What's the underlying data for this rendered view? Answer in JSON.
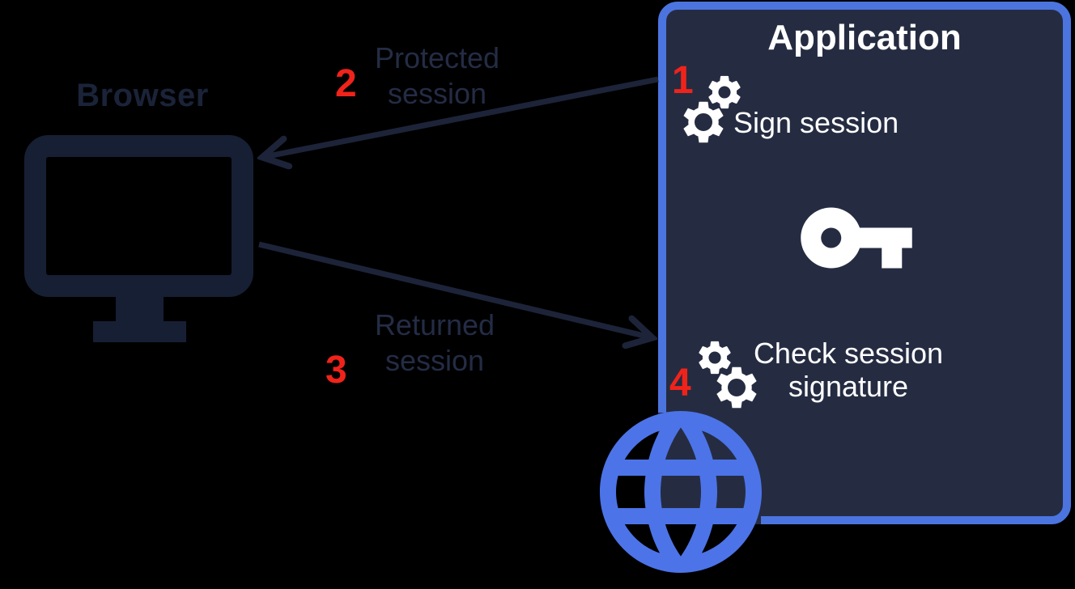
{
  "diagram": {
    "background_color": "#000000",
    "browser": {
      "label": "Browser",
      "icon": "monitor-icon"
    },
    "application": {
      "title": "Application",
      "step_sign": {
        "number": "1",
        "label": "Sign session",
        "icon": "gears-icon"
      },
      "key_icon": "key-icon",
      "step_check": {
        "number": "4",
        "label_line1": "Check session",
        "label_line2": "signature",
        "icon": "gears-icon"
      },
      "globe_icon": "globe-icon"
    },
    "arrows": [
      {
        "number": "2",
        "label_line1": "Protected",
        "label_line2": "session",
        "from": "Application",
        "to": "Browser"
      },
      {
        "number": "3",
        "label_line1": "Returned",
        "label_line2": "session",
        "from": "Browser",
        "to": "Application"
      }
    ],
    "colors": {
      "navy_icon": "#171f34",
      "label_navy": "#242c45",
      "app_fill": "#252c42",
      "app_border_blue": "#4b74df",
      "globe_blue": "#4c74e8",
      "number_red": "#f0231a",
      "white": "#ffffff"
    }
  }
}
